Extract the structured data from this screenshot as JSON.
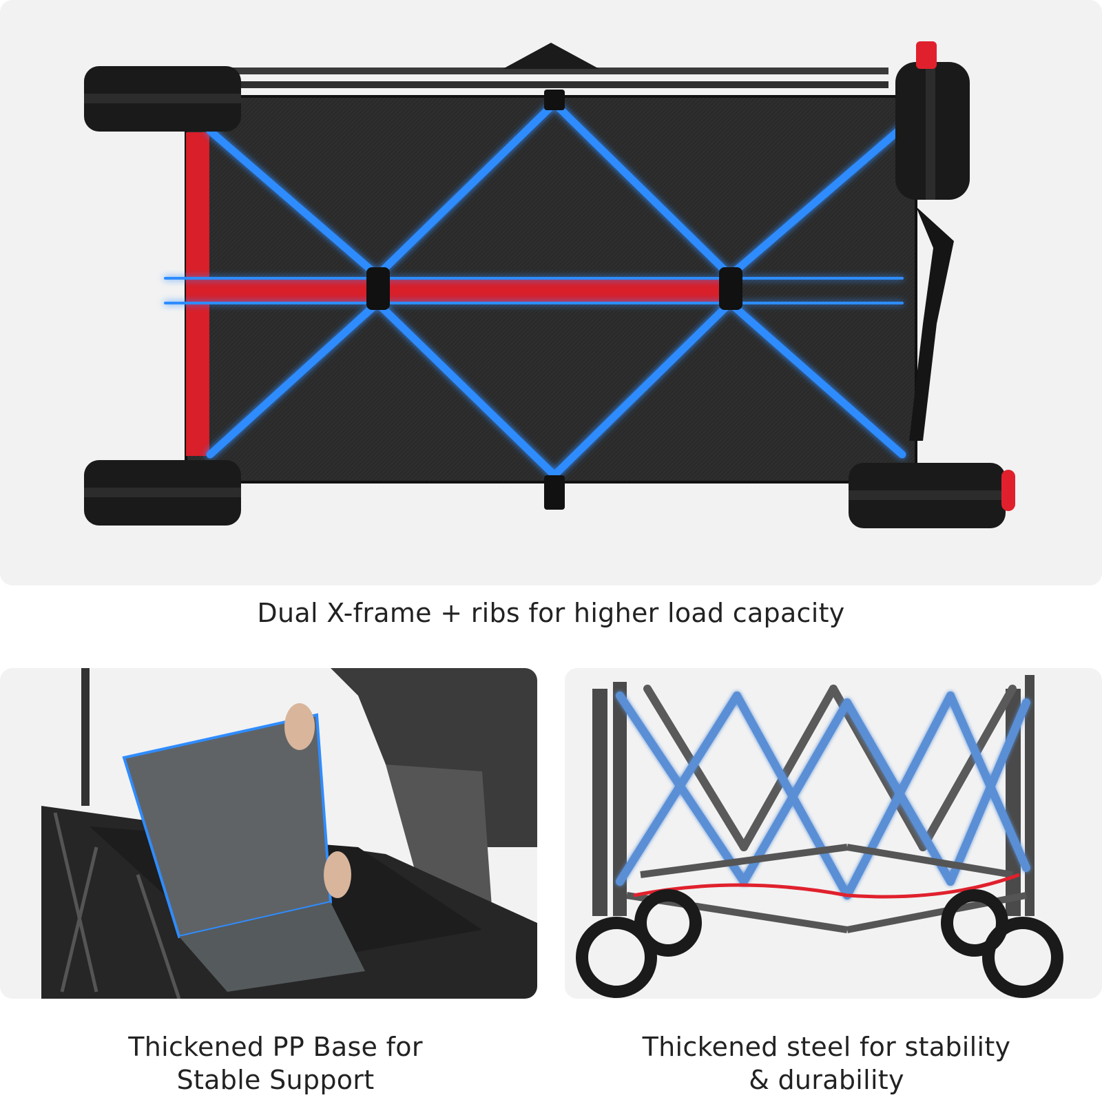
{
  "colors": {
    "background": "#ffffff",
    "panel": "#f2f2f2",
    "text": "#222222",
    "highlight_blue": "#2f8cff",
    "strap_red": "#e0212d",
    "fabric": "#2b2b2b",
    "pp_board": "#5f6366"
  },
  "panels": {
    "top": {
      "image": "wagon-underside-x-frame",
      "caption": "Dual X-frame + ribs for higher load capacity"
    },
    "bottom_left": {
      "image": "pp-base-board-insertion",
      "caption_line1": "Thickened PP Base for",
      "caption_line2": "Stable Support"
    },
    "bottom_right": {
      "image": "steel-frame-side-view",
      "caption_line1": "Thickened steel for stability",
      "caption_line2": "& durability"
    }
  }
}
